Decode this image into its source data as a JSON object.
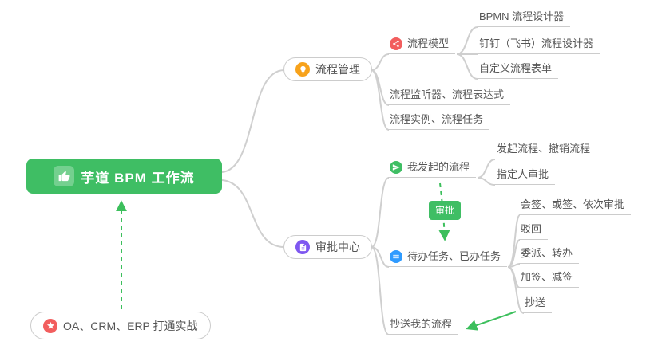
{
  "root": {
    "label": "芋道 BPM 工作流"
  },
  "process_management": {
    "label": "流程管理",
    "process_model": {
      "label": "流程模型",
      "children": [
        "BPMN 流程设计器",
        "钉钉（飞书）流程设计器",
        "自定义流程表单"
      ]
    },
    "listener": "流程监听器、流程表达式",
    "instance": "流程实例、流程任务"
  },
  "approval_center": {
    "label": "审批中心",
    "my_initiated": {
      "label": "我发起的流程",
      "children": [
        "发起流程、撤销流程",
        "指定人审批"
      ]
    },
    "todo_done": {
      "label": "待办任务、已办任务",
      "children": [
        "会签、或签、依次审批",
        "驳回",
        "委派、转办",
        "加签、减签",
        "抄送"
      ]
    },
    "cc_my": "抄送我的流程"
  },
  "approval_badge": "审批",
  "practice_note": "OA、CRM、ERP 打通实战",
  "icons": {
    "root": "thumbs-up-icon",
    "process_management": "lightbulb-icon",
    "process_model": "share-flow-icon",
    "approval_center": "document-icon",
    "my_initiated": "send-icon",
    "todo_done": "task-list-icon",
    "practice_note": "star-icon"
  },
  "colors": {
    "root_green": "#3fbe64",
    "orange": "#f7a21b",
    "red": "#f25e5e",
    "purple": "#7e57f0",
    "blue": "#2f9bff",
    "connector_gray": "#cfcfcf",
    "arrow_green": "#3cbf5c"
  }
}
